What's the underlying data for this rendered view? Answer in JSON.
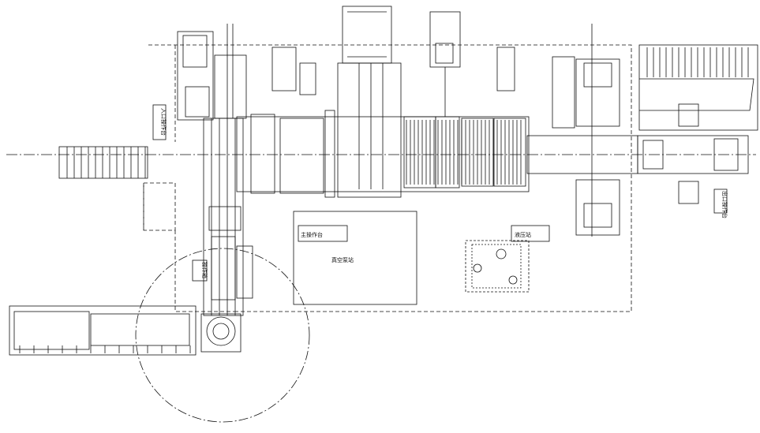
{
  "labels": {
    "console_main": "主操作台",
    "vacuum_pump": "真空泵站",
    "hydraulic_station": "液压站",
    "console_left": "入口操作台",
    "console_right": "出口操作台",
    "label_small_1": "操作箱"
  },
  "colors": {
    "line": "#111111",
    "background": "#ffffff"
  }
}
